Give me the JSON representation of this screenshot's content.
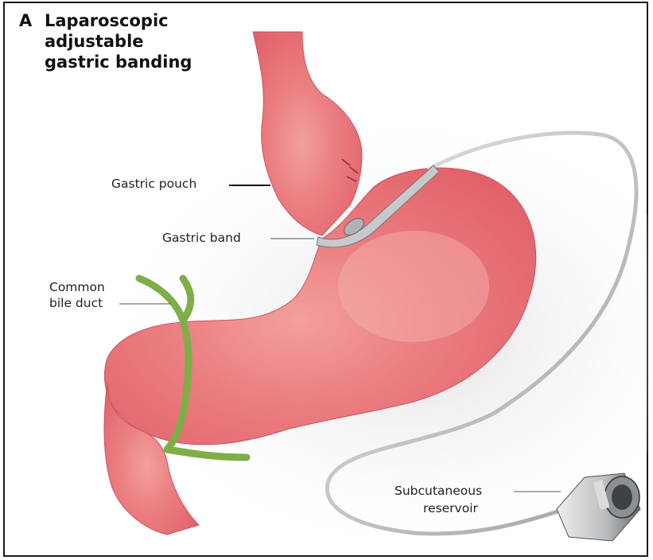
{
  "figure": {
    "panel_letter": "A",
    "title_lines": [
      "Laparoscopic",
      "adjustable",
      "gastric banding"
    ]
  },
  "labels": {
    "gastric_pouch": "Gastric pouch",
    "gastric_band": "Gastric band",
    "common_bile_duct_1": "Common",
    "common_bile_duct_2": "bile duct",
    "subcutaneous_reservoir_1": "Subcutaneous",
    "subcutaneous_reservoir_2": "reservoir"
  },
  "colors": {
    "stomach": "#e8727a",
    "stomach_highlight": "#f6b4b2",
    "bile_duct": "#7fae49",
    "tube": "#c9cbcd",
    "text": "#222222"
  }
}
